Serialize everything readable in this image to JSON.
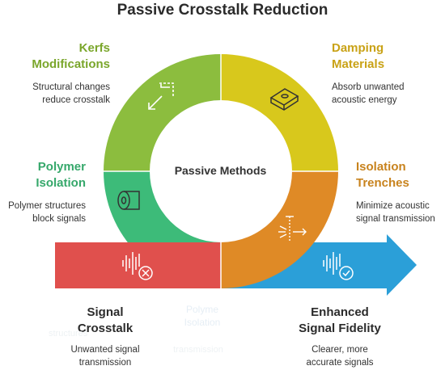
{
  "title": "Passive Crosstalk Reduction",
  "center_label": "Passive Methods",
  "colors": {
    "kerfs": "#8cbd3e",
    "damping": "#d8c81c",
    "isolation": "#df8a26",
    "polymer": "#3dbb79",
    "crosstalk": "#e0504d",
    "fidelity": "#2b9fd8",
    "kerfs_text": "#7aa62b",
    "damping_text": "#c9a216",
    "isolation_text": "#c8831e",
    "polymer_text": "#36a86b"
  },
  "sections": {
    "kerfs": {
      "title_line1": "Kerfs",
      "title_line2": "Modifications",
      "desc_line1": "Structural changes",
      "desc_line2": "reduce crosstalk",
      "icon": "resize-arrow-icon"
    },
    "damping": {
      "title_line1": "Damping",
      "title_line2": "Materials",
      "desc_line1": "Absorb unwanted",
      "desc_line2": "acoustic energy",
      "icon": "damping-pad-icon"
    },
    "polymer": {
      "title_line1": "Polymer",
      "title_line2": "Isolation",
      "desc_line1": "Polymer structures",
      "desc_line2": "block signals",
      "icon": "polymer-roll-icon"
    },
    "isolation": {
      "title_line1": "Isolation",
      "title_line2": "Trenches",
      "desc_line1": "Minimize acoustic",
      "desc_line2": "signal transmission",
      "icon": "signal-barrier-icon"
    },
    "crosstalk": {
      "title_line1": "Signal",
      "title_line2": "Crosstalk",
      "desc_line1": "Unwanted signal",
      "desc_line2": "transmission",
      "icon": "signal-cancel-icon"
    },
    "fidelity": {
      "title_line1": "Enhanced",
      "title_line2": "Signal Fidelity",
      "desc_line1": "Clearer, more",
      "desc_line2": "accurate signals",
      "icon": "signal-check-icon"
    }
  },
  "ghost_text": {
    "line1": "Polyme",
    "line2": "Isolation",
    "line3": "structures",
    "line4": "transmission"
  }
}
